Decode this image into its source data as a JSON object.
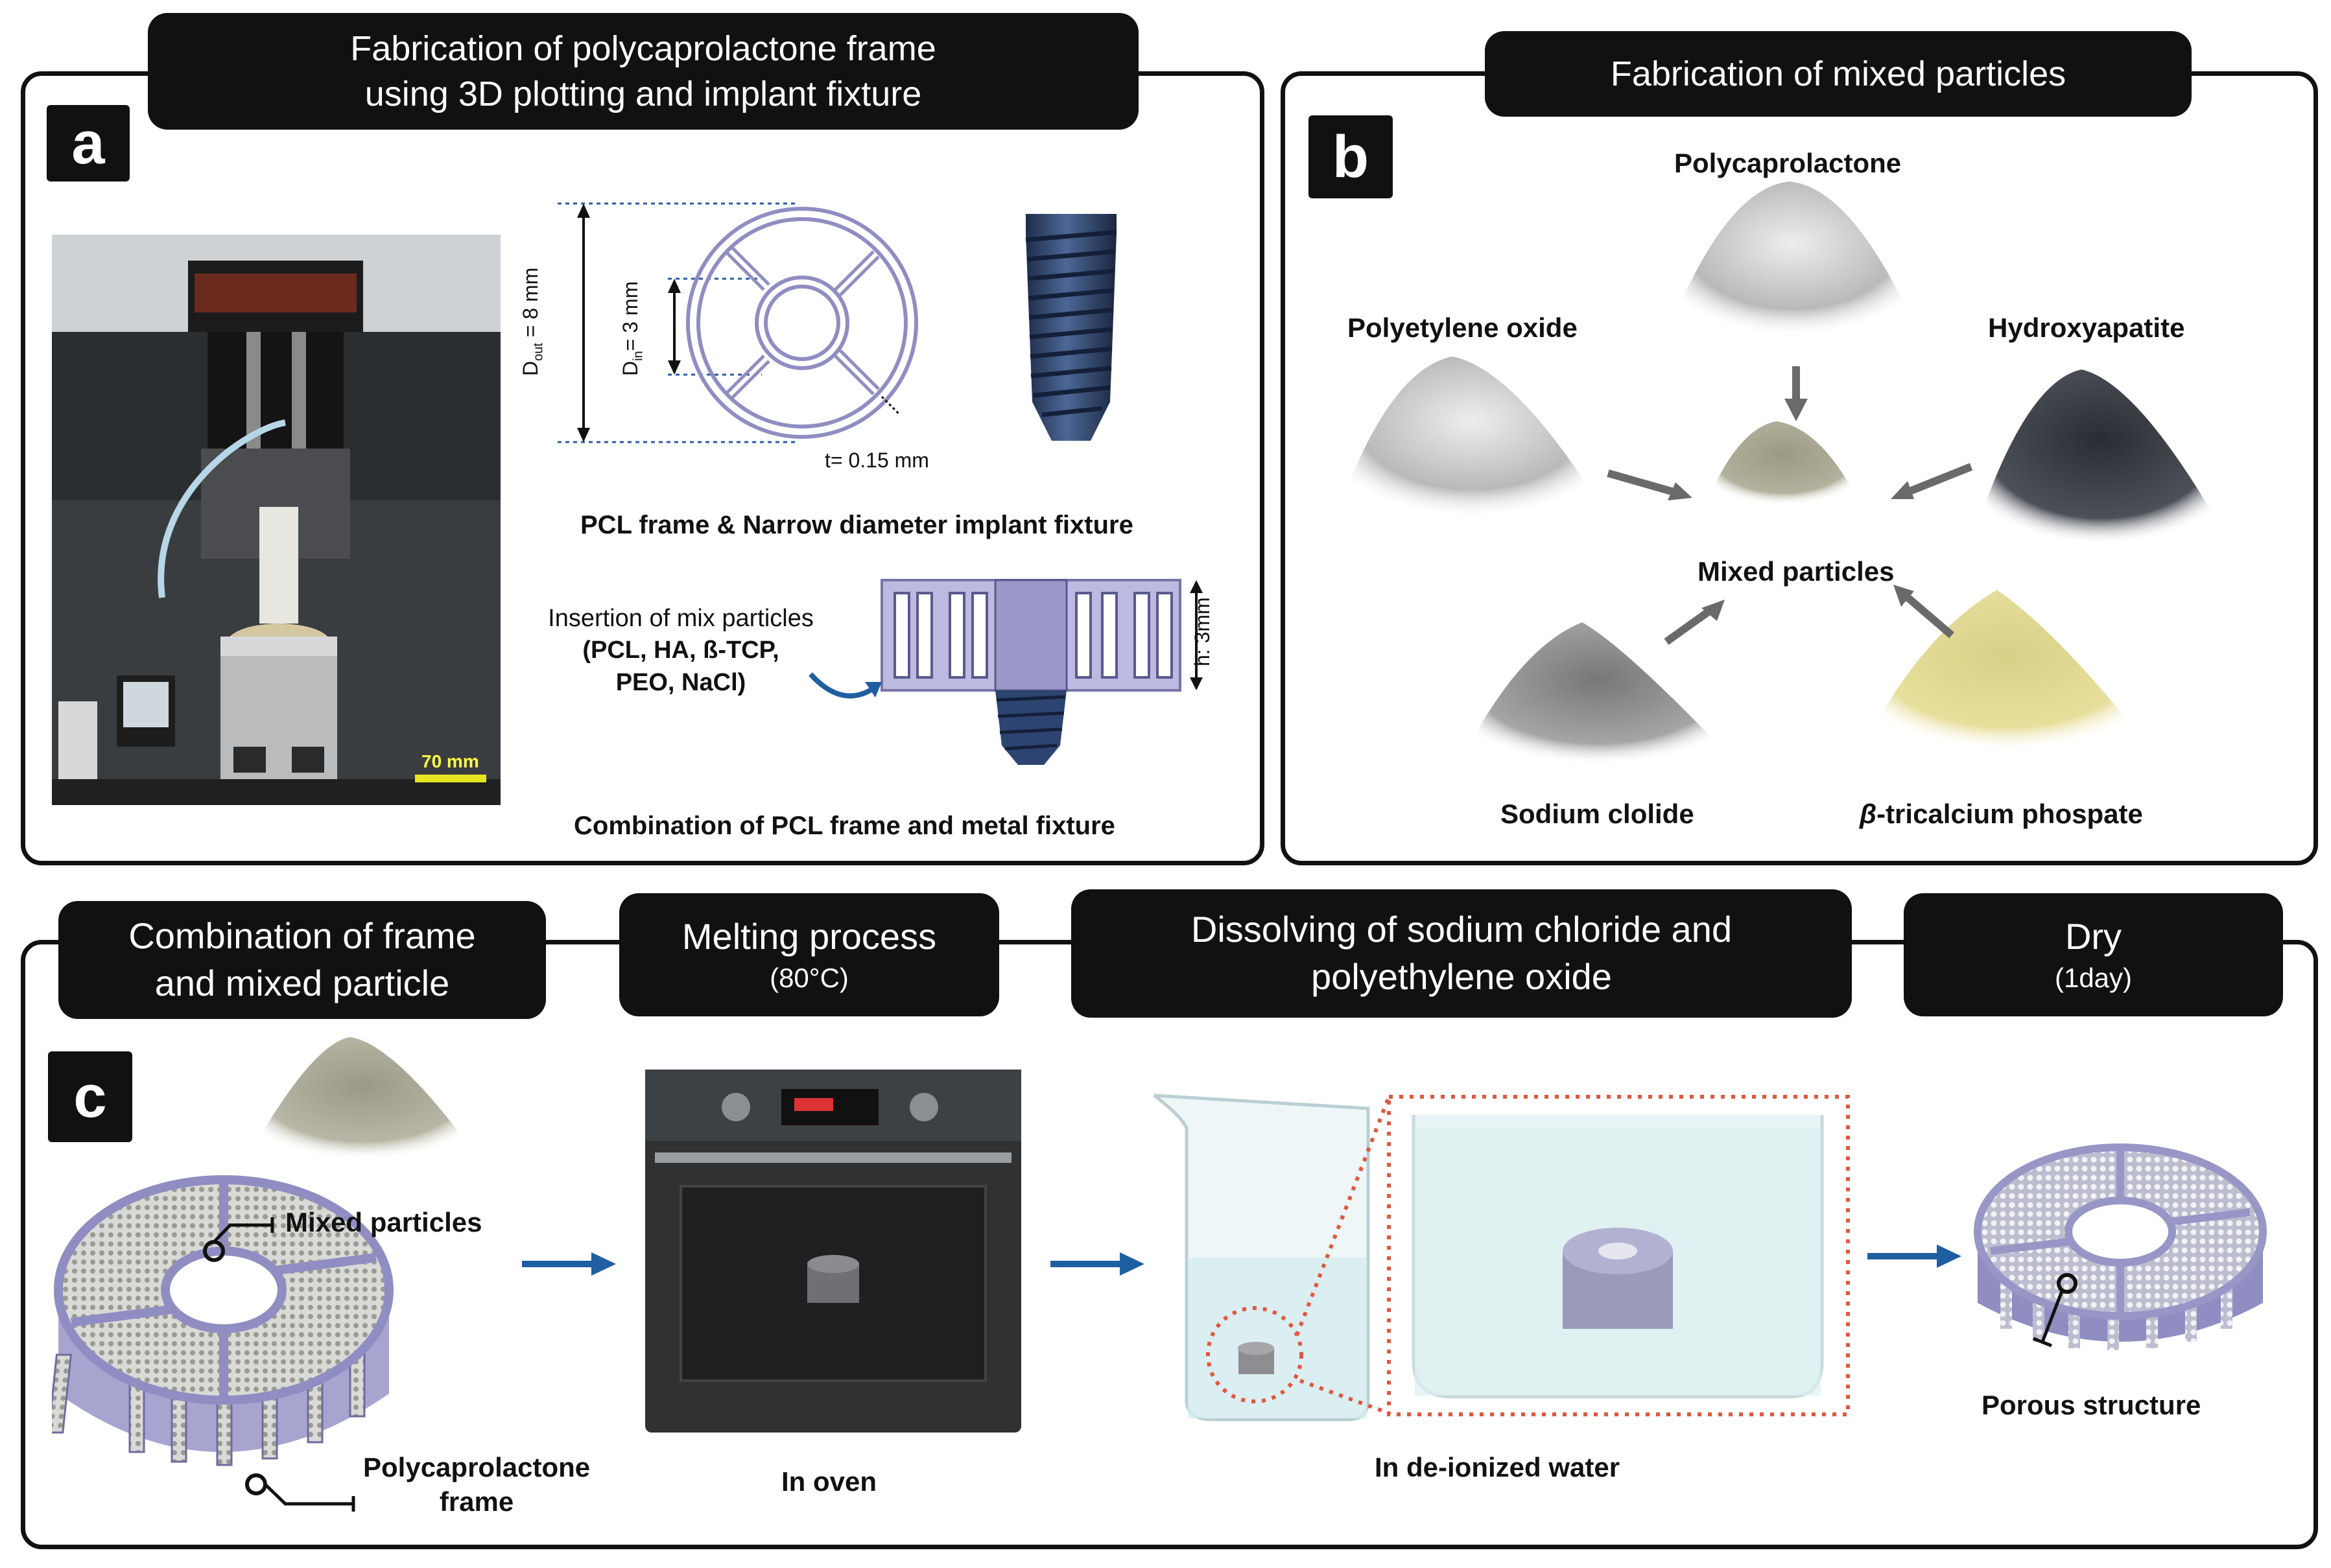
{
  "panel_a": {
    "title_line1": "Fabrication of polycaprolactone frame",
    "title_line2": "using 3D plotting and implant fixture",
    "letter": "a",
    "scale_bar": "70 mm",
    "dim_out": "D",
    "dim_out_sub": "out",
    "dim_out_val": " = 8 mm",
    "dim_in": "D",
    "dim_in_sub": "in",
    "dim_in_val": "= 3 mm",
    "thickness": "t= 0.15 mm",
    "caption1": "PCL frame & Narrow diameter implant fixture",
    "insertion_line1": "Insertion of mix particles",
    "insertion_line2": "(PCL, HA, ß-TCP,",
    "insertion_line3": "PEO, NaCl)",
    "height": "h: 3mm",
    "caption2": "Combination of  PCL frame and metal fixture"
  },
  "panel_b": {
    "title": "Fabrication of mixed particles",
    "letter": "b",
    "pcl": "Polycaprolactone",
    "peo": "Polyetylene oxide",
    "ha": "Hydroxyapatite",
    "mixed": "Mixed particles",
    "nacl": "Sodium clolide",
    "tcp_symbol": "β",
    "tcp_rest": "-tricalcium phospate"
  },
  "panel_c": {
    "letter": "c",
    "step1_line1": "Combination of frame",
    "step1_line2": "and mixed particle",
    "step2_line1": "Melting process",
    "step2_line2": "(80°C)",
    "step3_line1": "Dissolving of sodium chloride and",
    "step3_line2": "polyethylene oxide",
    "step4_line1": "Dry",
    "step4_line2": "(1day)",
    "mixed_particles": "Mixed particles",
    "frame_line1": "Polycaprolactone",
    "frame_line2": "frame",
    "oven": "In oven",
    "water": "In de-ionized water",
    "porous": "Porous structure"
  },
  "colors": {
    "frame_purple": "#a7a5cf",
    "fixture_blue": "#33476e",
    "arrow_blue": "#1f5fa0",
    "dotted_red": "#e0583e",
    "powder_gray": "#b8b8b2",
    "mix_olive": "#8f8f77",
    "ha_dark": "#3a3d42",
    "tcp_yellow": "#d9cf85"
  }
}
